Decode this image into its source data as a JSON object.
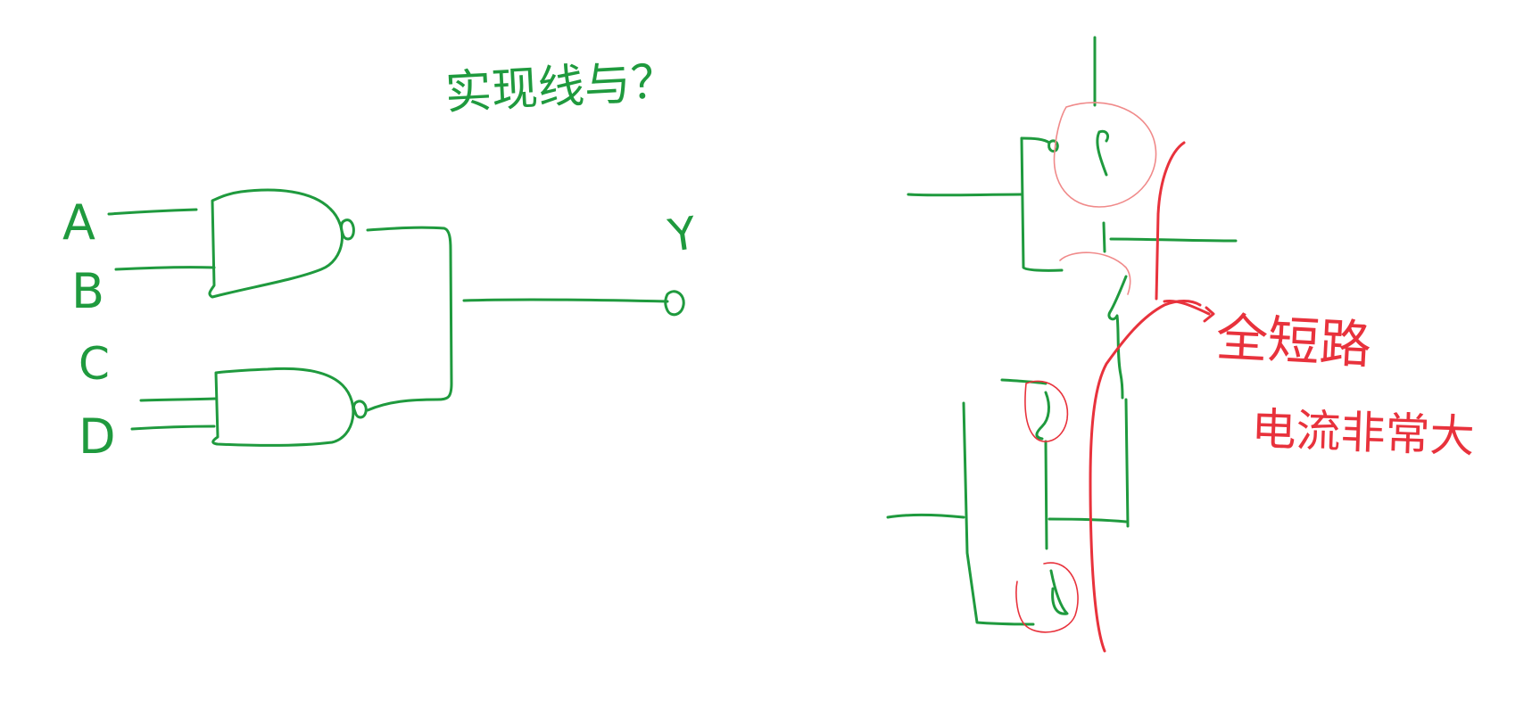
{
  "colors": {
    "green_ink": "#1f9a3e",
    "red_ink": "#e8323c",
    "pink_ink": "#f08a8a",
    "background": "#ffffff"
  },
  "left_diagram": {
    "question": "实现线与？",
    "inputs": {
      "a": "A",
      "b": "B",
      "c": "C",
      "d": "D"
    },
    "output": "Y"
  },
  "right_diagram": {
    "annotation_short_circuit": "全短路",
    "annotation_current": "电流非常大"
  }
}
